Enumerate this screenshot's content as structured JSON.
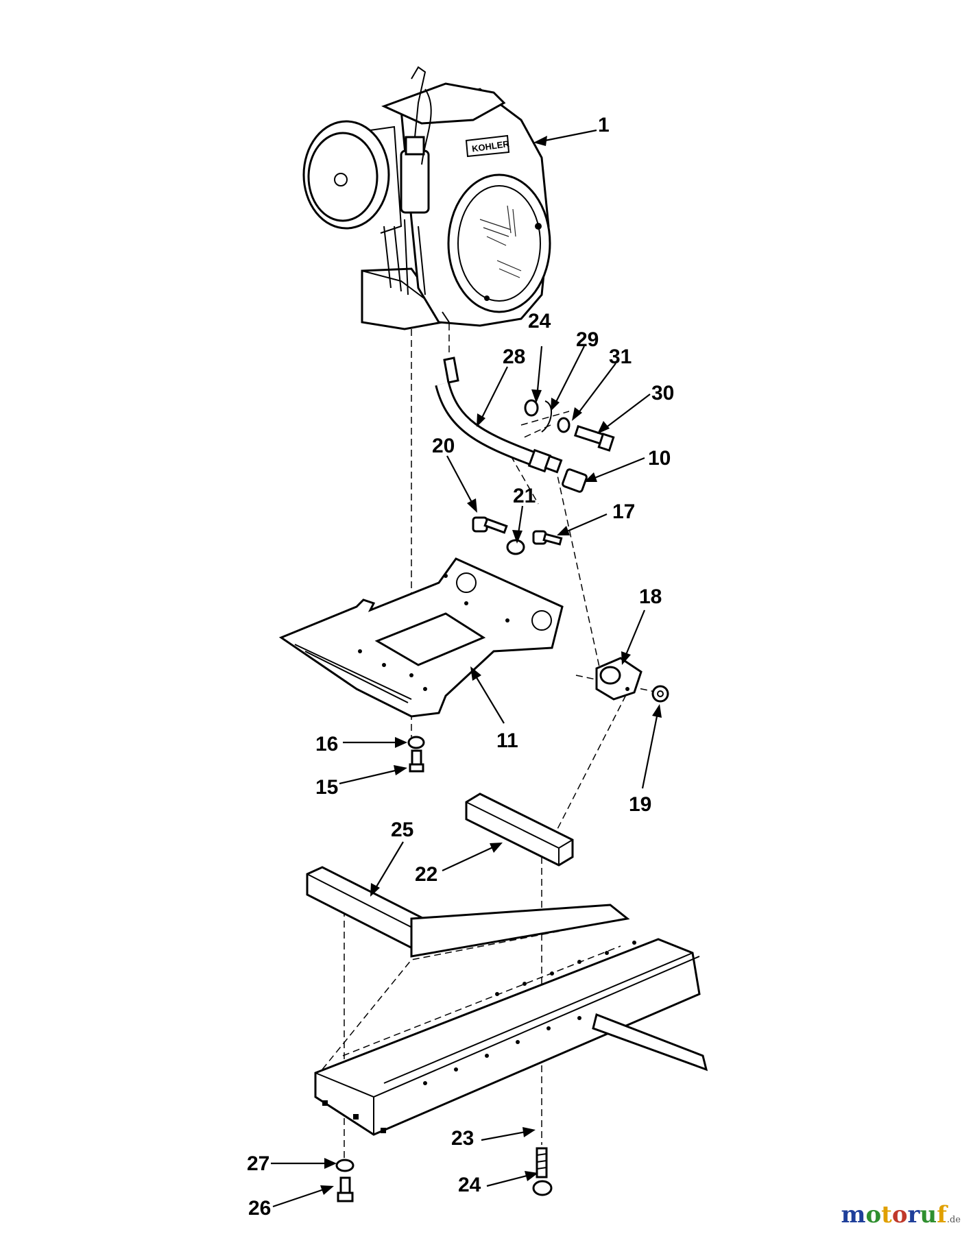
{
  "callouts": [
    {
      "id": "c1",
      "label": "1"
    },
    {
      "id": "c24a",
      "label": "24"
    },
    {
      "id": "c29",
      "label": "29"
    },
    {
      "id": "c31",
      "label": "31"
    },
    {
      "id": "c30",
      "label": "30"
    },
    {
      "id": "c28",
      "label": "28"
    },
    {
      "id": "c10",
      "label": "10"
    },
    {
      "id": "c20",
      "label": "20"
    },
    {
      "id": "c21",
      "label": "21"
    },
    {
      "id": "c17",
      "label": "17"
    },
    {
      "id": "c18",
      "label": "18"
    },
    {
      "id": "c11",
      "label": "11"
    },
    {
      "id": "c16",
      "label": "16"
    },
    {
      "id": "c15",
      "label": "15"
    },
    {
      "id": "c19",
      "label": "19"
    },
    {
      "id": "c25",
      "label": "25"
    },
    {
      "id": "c22",
      "label": "22"
    },
    {
      "id": "c23",
      "label": "23"
    },
    {
      "id": "c24b",
      "label": "24"
    },
    {
      "id": "c27",
      "label": "27"
    },
    {
      "id": "c26",
      "label": "26"
    }
  ],
  "engine_brand": "KOHLER",
  "watermark": {
    "text": "motoruf",
    "suffix": ".de",
    "colors": [
      "#1f3f9a",
      "#2f8f2f",
      "#e0a000",
      "#c0392b",
      "#1f3f9a",
      "#2f8f2f",
      "#e0a000"
    ]
  }
}
